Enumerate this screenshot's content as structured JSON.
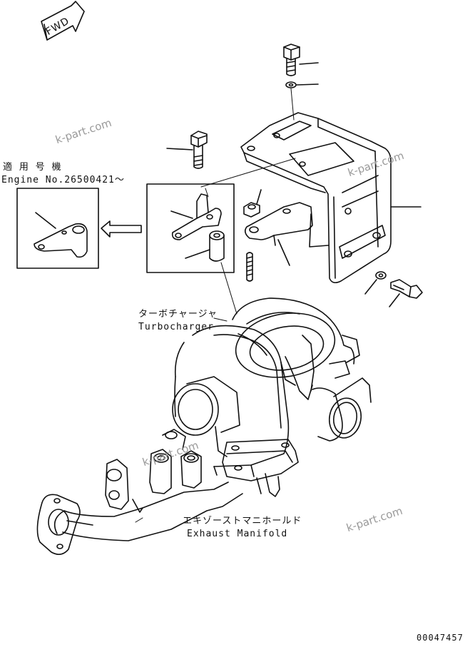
{
  "fwd_label": "FWD",
  "engine_note": {
    "line1": "適 用 号 機",
    "line2": "Engine No.26500421～"
  },
  "labels": {
    "turbocharger_ja": "ターボチャージャ",
    "turbocharger_en": "Turbocharger",
    "manifold_ja": "エキゾーストマニホールド",
    "manifold_en": "Exhaust Manifold"
  },
  "watermark": "k-part.com",
  "part_number": "00047457",
  "colors": {
    "line": "#111111",
    "watermark": "#9a9a9a"
  }
}
